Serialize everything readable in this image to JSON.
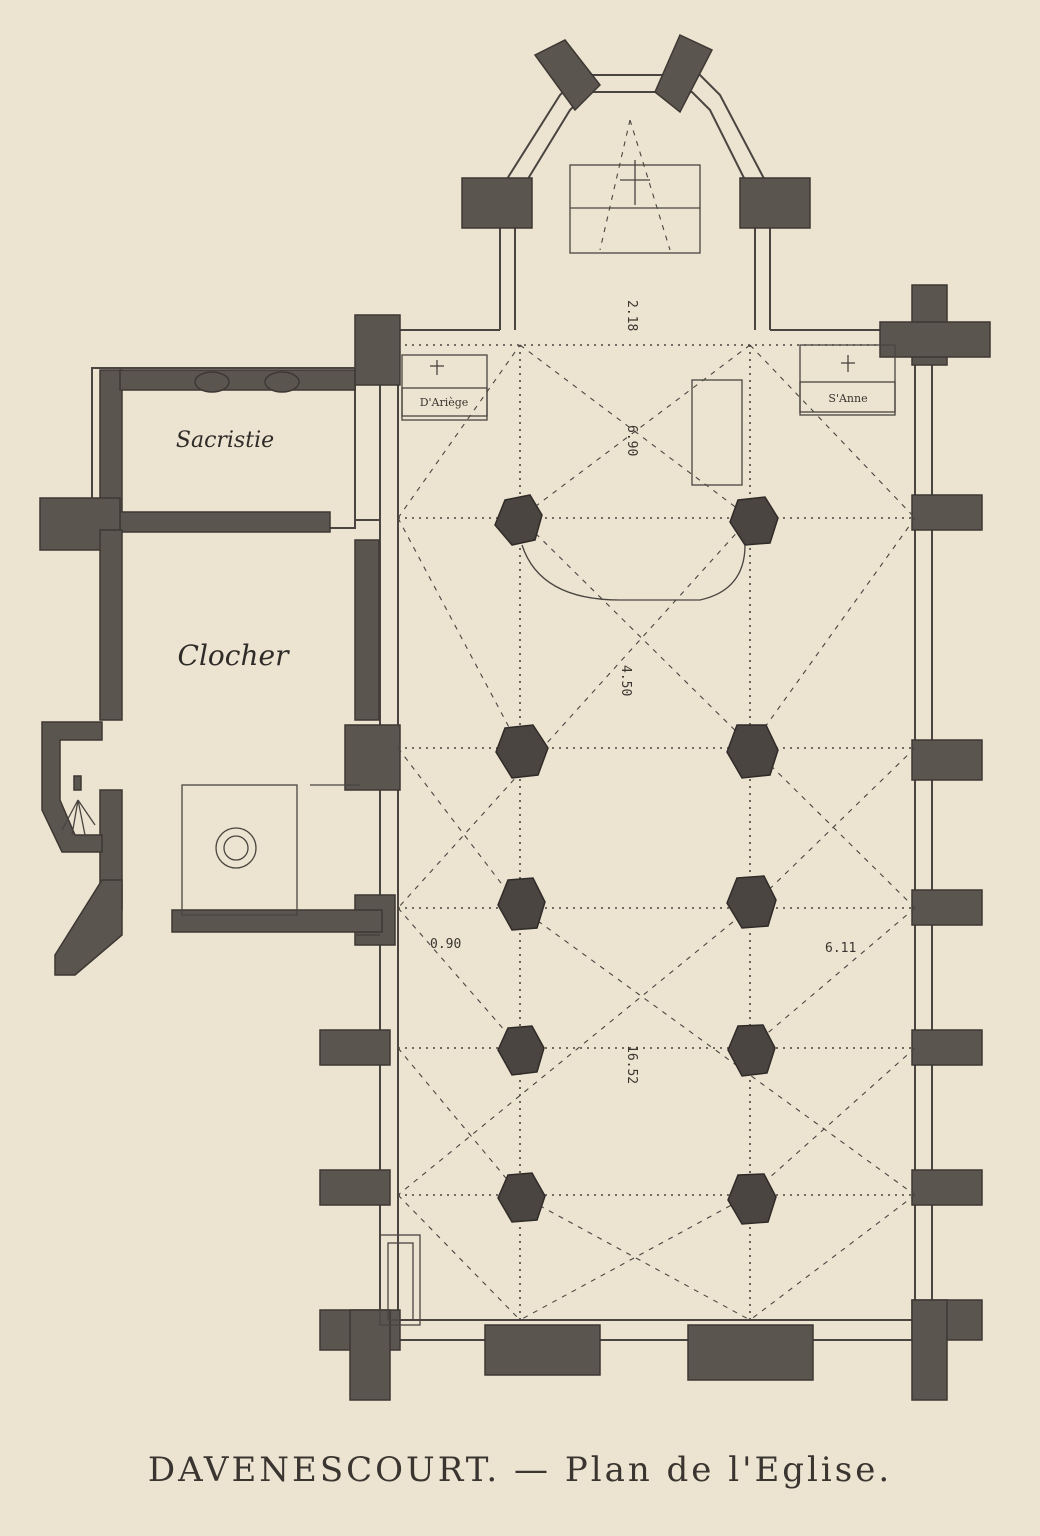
{
  "labels": {
    "sacristie": "Sacristie",
    "clocher": "Clocher",
    "chapel_left": "D'Ariège",
    "chapel_right": "S'Anne"
  },
  "dimensions": {
    "d1": "2.18",
    "d2": "6.90",
    "d3": "4.50",
    "d4": "16.52",
    "d5": "0.90",
    "d6": "6.11"
  },
  "caption": "DAVENESCOURT. — Plan de l'Eglise."
}
